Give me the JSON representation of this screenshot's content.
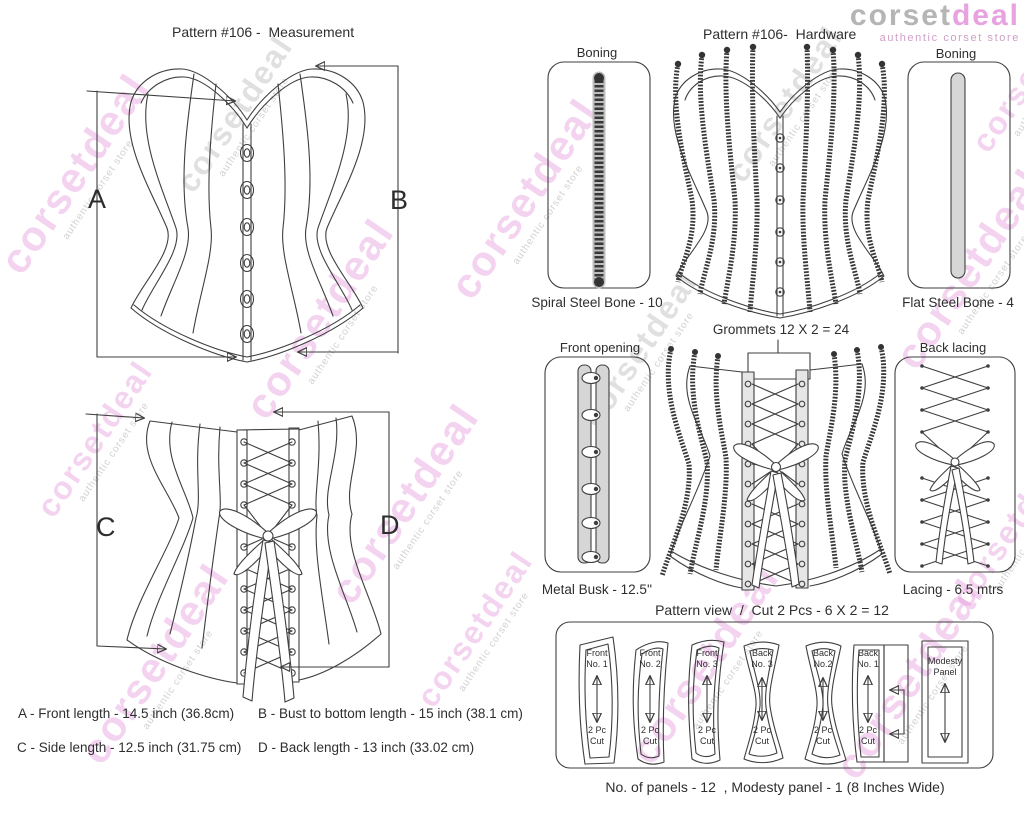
{
  "brand": {
    "logo_gray_part": "corset",
    "logo_pink_part": "deal",
    "tagline": "authentic corset store",
    "watermark_text": "corsetdeal",
    "watermark_tagline": "authentic corset store"
  },
  "colors": {
    "logo_gray": "#b5b5b5",
    "logo_pink": "#e8a2e0",
    "watermark_pink": "#e092d6",
    "line_art": "#3f3f3f"
  },
  "measurement": {
    "title": "Pattern #106 -  Measurement",
    "label_a": "A",
    "label_b": "B",
    "label_c": "C",
    "label_d": "D",
    "legend_a": "A - Front length - 14.5 inch (36.8cm)",
    "legend_b": "B - Bust to bottom length - 15 inch (38.1 cm)",
    "legend_c": "C - Side length - 12.5 inch (31.75 cm)",
    "legend_d": "D - Back length - 13 inch (33.02 cm)"
  },
  "hardware": {
    "title": "Pattern #106-  Hardware",
    "boning_spiral_header": "Boning",
    "boning_spiral_caption": "Spiral Steel Bone - 10",
    "boning_flat_header": "Boning",
    "boning_flat_caption": "Flat Steel Bone - 4",
    "grommets_note": "Grommets 12 X 2 = 24",
    "front_opening_header": "Front opening",
    "busk_caption": "Metal Busk - 12.5''",
    "back_lacing_header": "Back lacing",
    "lacing_caption": "Lacing - 6.5 mtrs"
  },
  "pattern_view": {
    "title": "Pattern view  /  Cut 2 Pcs - 6 X 2 = 12",
    "pieces": [
      {
        "label": "Front No. 1",
        "cut": "2 Pc Cut"
      },
      {
        "label": "Front No. 2",
        "cut": "2 Pc Cut"
      },
      {
        "label": "Front No. 3",
        "cut": "2 Pc Cut"
      },
      {
        "label": "Back No. 3",
        "cut": "2 Pc Cut"
      },
      {
        "label": "Back No.2",
        "cut": "2 Pc Cut"
      },
      {
        "label": "Back No. 1",
        "cut": "2 Pc Cut"
      },
      {
        "label": "Modesty Panel",
        "cut": ""
      }
    ],
    "footer": "No. of panels - 12  , Modesty panel - 1 (8 Inches Wide)"
  }
}
